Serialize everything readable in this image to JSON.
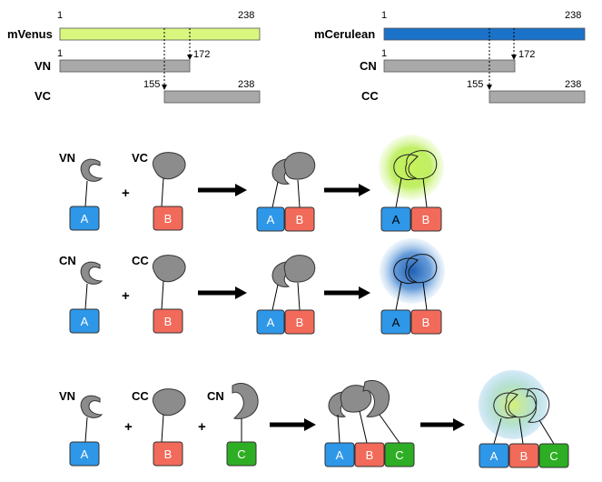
{
  "colors": {
    "venus": "#d9f77e",
    "cerulean": "#1a72c9",
    "fragment": "#a9a9a9",
    "protein": "#8c8c8c",
    "tag_a": "#2e97e8",
    "tag_b": "#f26a5a",
    "tag_c": "#2eae24"
  },
  "top": {
    "venus": {
      "full_name": "mVenus",
      "full_start": "1",
      "full_end": "238",
      "n_name": "VN",
      "n_start": "1",
      "n_end": "172",
      "c_name": "VC",
      "c_start": "155",
      "c_end": "238"
    },
    "cerulean": {
      "full_name": "mCerulean",
      "full_start": "1",
      "full_end": "238",
      "n_name": "CN",
      "n_start": "1",
      "n_end": "172",
      "c_name": "CC",
      "c_start": "155",
      "c_end": "238"
    }
  },
  "rows": [
    {
      "n_label": "VN",
      "c_label": "VC",
      "plus": "+"
    },
    {
      "n_label": "CN",
      "c_label": "CC",
      "plus": "+"
    },
    {
      "n_label": "VN",
      "c_label": "CC",
      "n2_label": "CN",
      "plus1": "+",
      "plus2": "+"
    }
  ],
  "tags": {
    "a": "A",
    "b": "B",
    "c": "C"
  }
}
